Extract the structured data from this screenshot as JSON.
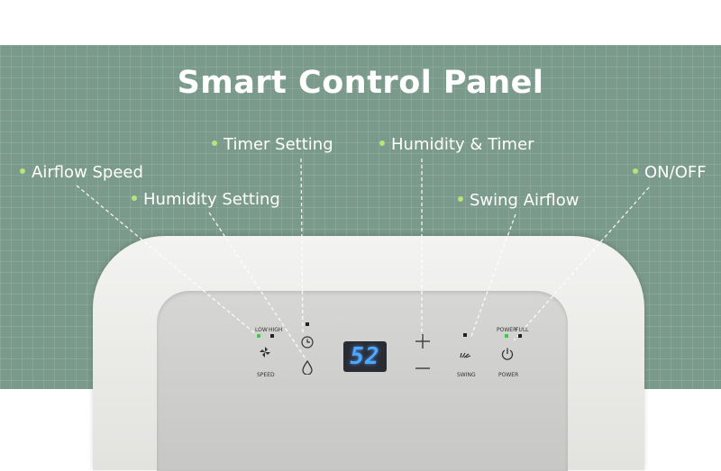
{
  "title": "Smart Control Panel",
  "labels": {
    "airflow_speed": "Airflow Speed",
    "humidity_setting": "Humidity Setting",
    "timer_setting": "Timer Setting",
    "humidity_timer": "Humidity & Timer",
    "swing_airflow": "Swing Airflow",
    "on_off": "ON/OFF"
  },
  "panel": {
    "speed_low": "LOW",
    "speed_high": "HIGH",
    "speed_label": "SPEED",
    "display_value": "52",
    "swing_label": "SWING",
    "power_indicator": "POWER",
    "full_indicator": "FULL",
    "power_label": "POWER"
  },
  "colors": {
    "background": "#7a9a8b",
    "accent_dot": "#b9e27a",
    "display_digits": "#4ea8ff",
    "led_green": "#3ccb4a"
  },
  "icons": [
    "fan-icon",
    "droplet-icon",
    "clock-icon",
    "plus-icon",
    "minus-icon",
    "swing-icon",
    "power-icon"
  ]
}
